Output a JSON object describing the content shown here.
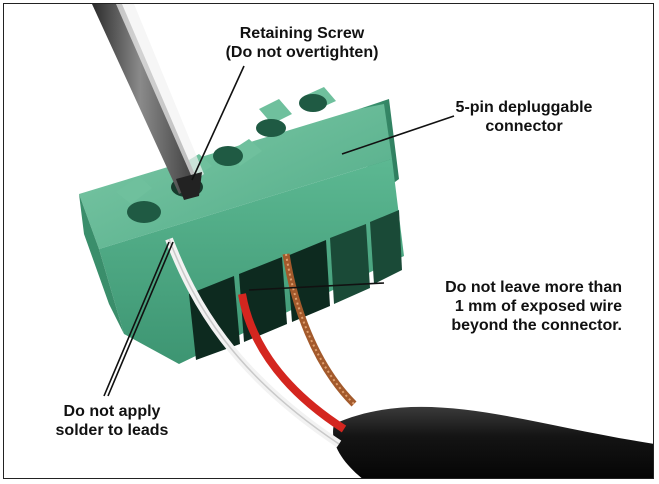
{
  "figure": {
    "subject": "connector-photo",
    "colors": {
      "connector": "#4faa86",
      "connector_dark": "#2f7d5e",
      "connector_light": "#7fcaa8",
      "wire_red": "#d4261f",
      "wire_white": "#f2f2f2",
      "wire_copper": "#a35a2c",
      "cable_black": "#141414",
      "screwdriver": "#4a4a4a"
    }
  },
  "callouts": {
    "screw": {
      "line1": "Retaining Screw",
      "line2": "(Do not overtighten)"
    },
    "connector": {
      "line1": "5-pin depluggable",
      "line2": "connector"
    },
    "wire": {
      "line1": "Do not leave more than",
      "line2": "1 mm of exposed wire",
      "line3": "beyond the connector."
    },
    "solder": {
      "line1": "Do not apply",
      "line2": "solder to leads"
    }
  }
}
